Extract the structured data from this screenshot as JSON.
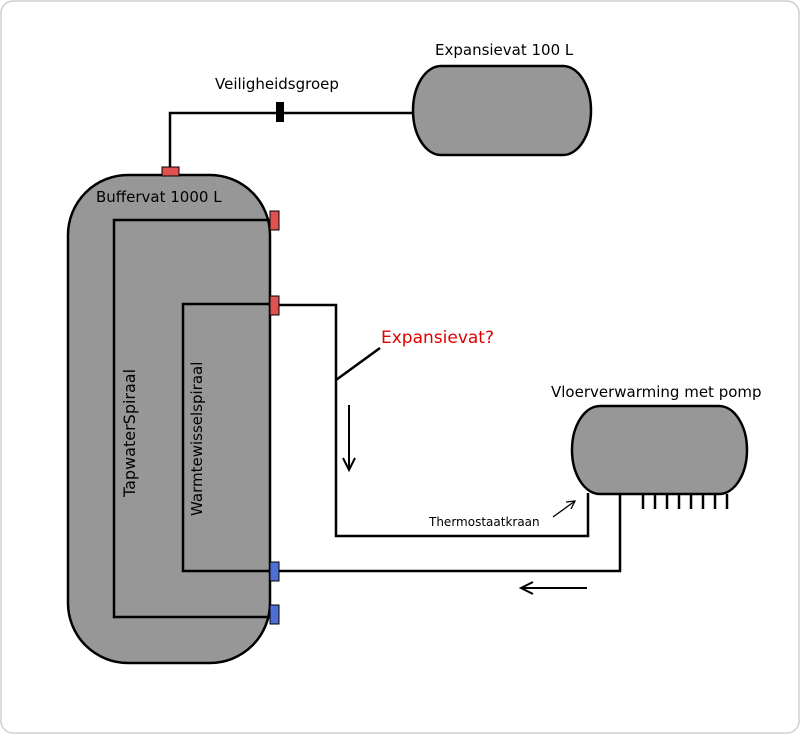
{
  "colors": {
    "tank_fill": "#979797",
    "stroke": "#000000",
    "hot_port": "#e05252",
    "cold_port": "#4f6fd1",
    "question": "#e00000",
    "frame": "#cfcfcf"
  },
  "labels": {
    "expansion_tank": "Expansievat 100 L",
    "safety_group": "Veiligheidsgroep",
    "buffer_tank": "Buffervat 1000 L",
    "expansion_question": "Expansievat?",
    "floor_heating": "Vloerverwarming met pomp",
    "thermostat_valve": "Thermostaatkraan",
    "tap_water_coil": "TapwaterSpiraal",
    "heat_exchanger_coil": "Warmtewisselspiraal"
  },
  "ports": [
    {
      "id": "top",
      "type": "hot"
    },
    {
      "id": "tap-water-top",
      "type": "hot"
    },
    {
      "id": "heat-exchanger-top",
      "type": "hot"
    },
    {
      "id": "heat-exchanger-bottom",
      "type": "cold"
    },
    {
      "id": "tap-water-bottom",
      "type": "cold"
    }
  ],
  "icons": [
    "down-arrow-icon",
    "left-arrow-icon",
    "pointer-arrow-icon",
    "valve-icon",
    "radiator-fins-icon"
  ]
}
